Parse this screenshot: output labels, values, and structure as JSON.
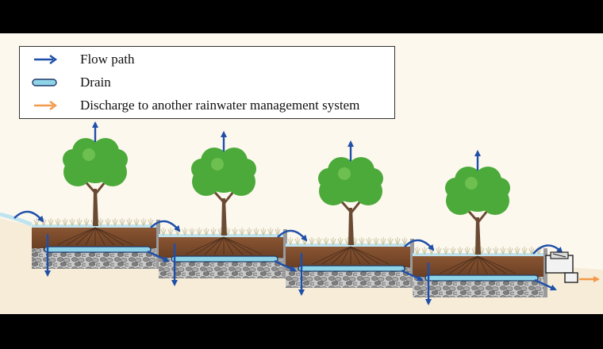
{
  "legend": {
    "items": [
      {
        "label": "Flow path",
        "symbol": "blue-arrow",
        "color": "#1f4fa8"
      },
      {
        "label": "Drain",
        "symbol": "drain-pipe",
        "color": "#8fd3e8"
      },
      {
        "label": "Discharge to another rainwater management system",
        "symbol": "orange-arrow",
        "color": "#f39a4a"
      }
    ]
  },
  "colors": {
    "background": "#fdf8ee",
    "soil": "#7a4a2c",
    "gravel": "#b8b8b8",
    "foliage": "#4caa3a",
    "trunk": "#6b4a33",
    "flow": "#1f4fa8",
    "drain": "#8fd3e8",
    "discharge": "#f39a4a",
    "wall": "#9a9a9a",
    "water": "#bfe4ef"
  },
  "terraces": [
    {
      "name": "terrace-1"
    },
    {
      "name": "terrace-2"
    },
    {
      "name": "terrace-3"
    },
    {
      "name": "terrace-4"
    }
  ]
}
